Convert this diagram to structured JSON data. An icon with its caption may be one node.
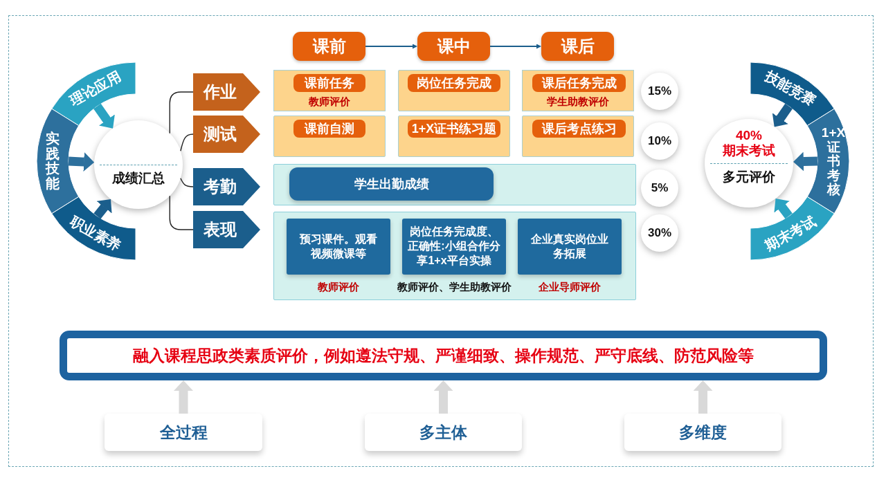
{
  "diagram": {
    "nodes": [
      {
        "text": [
          "课前"
        ]
      },
      {
        "text": [
          "课中"
        ]
      },
      {
        "text": [
          "课后"
        ]
      },
      {
        "text": [
          "理论应用"
        ]
      },
      {
        "text": [
          "实践技能"
        ]
      },
      {
        "text": [
          "职业素养"
        ]
      },
      {
        "text": [
          "成绩汇总"
        ]
      },
      {
        "text": [
          "作业"
        ]
      },
      {
        "text": [
          "教师评价"
        ]
      },
      {
        "text": [
          "课前任务"
        ],
        "in": 8
      },
      {
        "text": [],
        "shape": "box"
      },
      {
        "text": [
          "岗位任务完成"
        ],
        "in": 10
      },
      {
        "text": [
          "学生助教评价"
        ]
      },
      {
        "text": [
          "课后任务完成"
        ],
        "in": 12
      },
      {
        "text": [
          "15%"
        ]
      },
      {
        "text": [
          "测试"
        ]
      },
      {
        "text": [],
        "shape": "box"
      },
      {
        "text": [
          "课前自测"
        ],
        "in": 16
      },
      {
        "text": [],
        "shape": "box"
      },
      {
        "text": [
          "1+X证书练习题"
        ],
        "in": 18
      },
      {
        "text": [],
        "shape": "box"
      },
      {
        "text": [
          "课后考点练习"
        ],
        "in": 20
      },
      {
        "text": [
          "10%"
        ]
      },
      {
        "text": [
          "考勤"
        ]
      },
      {
        "text": [],
        "shape": "box"
      },
      {
        "text": [
          "学生出勤成绩"
        ],
        "in": 24
      },
      {
        "text": [
          "5%"
        ]
      },
      {
        "text": [
          "表现"
        ]
      },
      {
        "text": [],
        "shape": "box"
      },
      {
        "text": [
          "预习课件。观看视频微课等"
        ],
        "in": 28,
        "beside": [
          "教师评价"
        ]
      },
      {
        "text": [
          "岗位任务完成度、正确性:小组合作分享1+x平台实操"
        ],
        "in": 28,
        "beside": [
          "教师评价、学生助教评价"
        ]
      },
      {
        "text": [
          "企业真实岗位业务拓展"
        ],
        "in": 28,
        "beside": [
          "企业导师评价"
        ]
      },
      {
        "text": [
          "30%"
        ]
      },
      {
        "text": [
          "技能竞赛"
        ]
      },
      {
        "text": [
          "1+X 证书考核"
        ]
      },
      {
        "text": [
          "期末考试"
        ]
      },
      {
        "text": [
          "40% 期末考试",
          "多元评价"
        ]
      },
      {
        "text": [
          "融入课程思政类素质评价，例如遵法守规、严谨细致、操作规范、严守底线、防范风险等"
        ]
      },
      {
        "text": [
          "全过程"
        ]
      },
      {
        "text": [
          "多主体"
        ]
      },
      {
        "text": [
          "多维度"
        ]
      }
    ],
    "edges": [
      {
        "from": 0,
        "to": 1,
        "arrow": "to"
      },
      {
        "from": 1,
        "to": 2,
        "arrow": "to"
      },
      {
        "from": 3,
        "to": 6,
        "arrow": "to",
        "color": "#2aa3c2"
      },
      {
        "from": 4,
        "to": 6,
        "arrow": "to",
        "color": "#2d709d"
      },
      {
        "from": 5,
        "to": 6,
        "arrow": "to"
      },
      {
        "from": 6,
        "to": 7,
        "arrow": "none",
        "color": "#222222"
      },
      {
        "from": 6,
        "to": 15,
        "arrow": "none",
        "color": "#222222"
      },
      {
        "from": 6,
        "to": 23,
        "arrow": "none",
        "color": "#222222"
      },
      {
        "from": 6,
        "to": 27,
        "arrow": "none",
        "color": "#222222"
      },
      {
        "from": 33,
        "to": 36,
        "arrow": "to"
      },
      {
        "from": 34,
        "to": 36,
        "arrow": "to",
        "color": "#2d709d"
      },
      {
        "from": 35,
        "to": 36,
        "arrow": "to",
        "color": "#2aa3c2"
      },
      {
        "from": 38,
        "to": 37,
        "arrow": "to",
        "color": "#d9d9d9"
      },
      {
        "from": 39,
        "to": 37,
        "arrow": "to",
        "color": "#d9d9d9"
      },
      {
        "from": 40,
        "to": 37,
        "arrow": "to",
        "color": "#d9d9d9"
      }
    ]
  }
}
